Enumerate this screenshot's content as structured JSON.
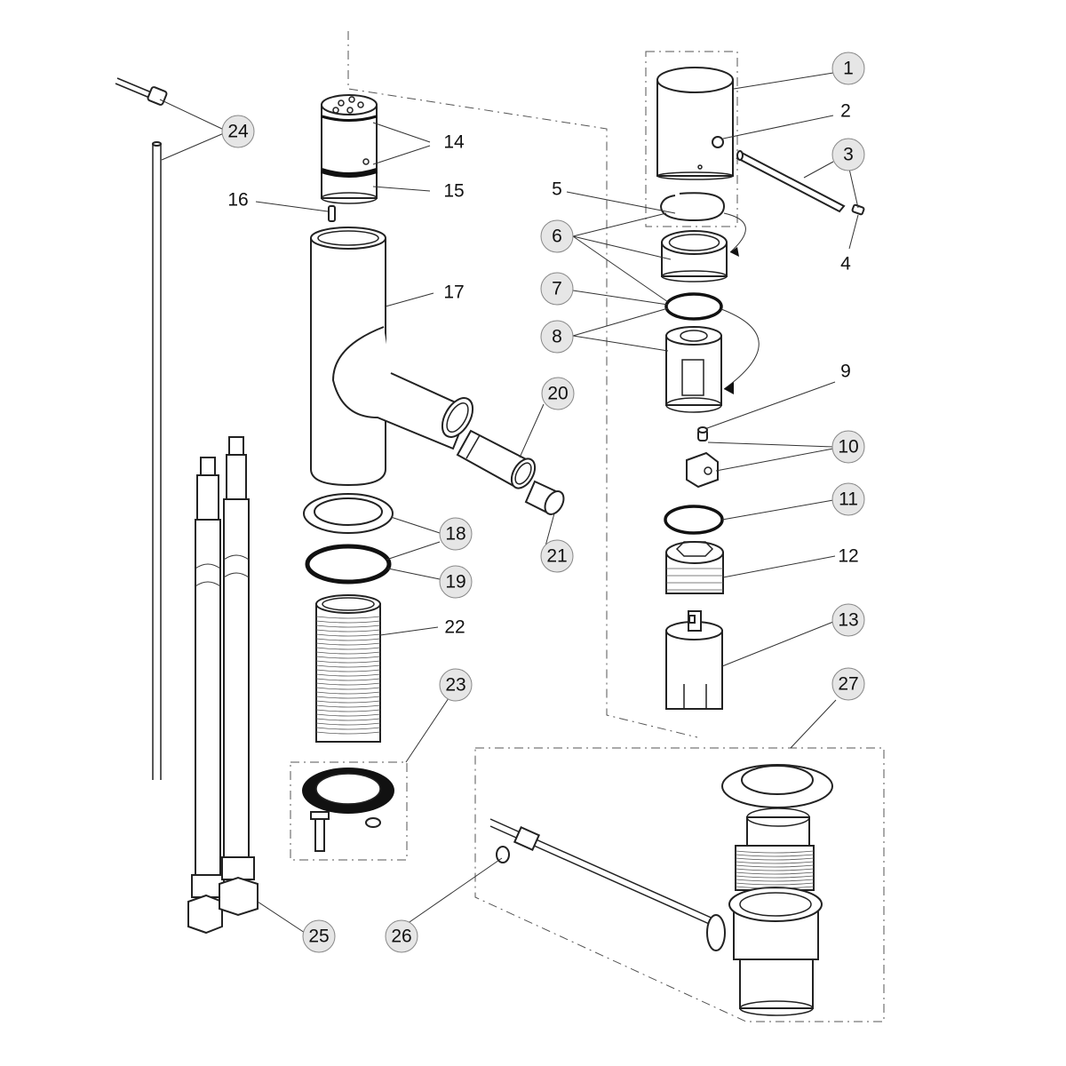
{
  "diagram": {
    "type": "exploded-parts-view",
    "accent_colors": {
      "callout_fill": "#e6e6e6",
      "line": "#222222"
    },
    "callouts": [
      {
        "id": "1",
        "label": "1",
        "bubble": true
      },
      {
        "id": "2",
        "label": "2",
        "bubble": false
      },
      {
        "id": "3",
        "label": "3",
        "bubble": true
      },
      {
        "id": "4",
        "label": "4",
        "bubble": false
      },
      {
        "id": "5",
        "label": "5",
        "bubble": false
      },
      {
        "id": "6",
        "label": "6",
        "bubble": true
      },
      {
        "id": "7",
        "label": "7",
        "bubble": true
      },
      {
        "id": "8",
        "label": "8",
        "bubble": true
      },
      {
        "id": "9",
        "label": "9",
        "bubble": false
      },
      {
        "id": "10",
        "label": "10",
        "bubble": true
      },
      {
        "id": "11",
        "label": "11",
        "bubble": true
      },
      {
        "id": "12",
        "label": "12",
        "bubble": false
      },
      {
        "id": "13",
        "label": "13",
        "bubble": true
      },
      {
        "id": "14",
        "label": "14",
        "bubble": false
      },
      {
        "id": "15",
        "label": "15",
        "bubble": false
      },
      {
        "id": "16",
        "label": "16",
        "bubble": false
      },
      {
        "id": "17",
        "label": "17",
        "bubble": false
      },
      {
        "id": "18",
        "label": "18",
        "bubble": true
      },
      {
        "id": "19",
        "label": "19",
        "bubble": true
      },
      {
        "id": "20",
        "label": "20",
        "bubble": true
      },
      {
        "id": "21",
        "label": "21",
        "bubble": true
      },
      {
        "id": "22",
        "label": "22",
        "bubble": false
      },
      {
        "id": "23",
        "label": "23",
        "bubble": true
      },
      {
        "id": "24",
        "label": "24",
        "bubble": true
      },
      {
        "id": "25",
        "label": "25",
        "bubble": true
      },
      {
        "id": "26",
        "label": "26",
        "bubble": true
      },
      {
        "id": "27",
        "label": "27",
        "bubble": true
      }
    ]
  }
}
